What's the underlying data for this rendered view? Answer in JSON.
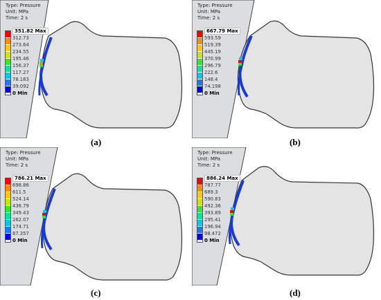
{
  "colors": {
    "scale": [
      "#ff0000",
      "#ff8c00",
      "#ffc800",
      "#c8e600",
      "#32e632",
      "#00e6a0",
      "#00c8e6",
      "#1e78ff",
      "#0000e6"
    ],
    "wall": "#dcdde0",
    "body": "#e4e4e4",
    "contact_blue": "#1a3ccc"
  },
  "panels": [
    {
      "header": {
        "type": "Type: Pressure",
        "unit": "Unit: MPa",
        "time": "Time: 2 s"
      },
      "max": "351.82 Max",
      "ticks": [
        "312.73",
        "273.64",
        "234.55",
        "195.46",
        "156.37",
        "117.27",
        "78.183",
        "39.092"
      ],
      "min": "0 Min",
      "caption": "(a)"
    },
    {
      "header": {
        "type": "Type: Pressure",
        "unit": "Unit: MPa",
        "time": "Time: 2 s"
      },
      "max": "667.79 Max",
      "ticks": [
        "593.59",
        "519.39",
        "445.19",
        "370.99",
        "296.79",
        "222.6",
        "148.4",
        "74.198"
      ],
      "min": "0 Min",
      "caption": "(b)"
    },
    {
      "header": {
        "type": "Type: Pressure",
        "unit": "Unit: MPa",
        "time": "Time: 2 s"
      },
      "max": "786.21 Max",
      "ticks": [
        "698.86",
        "611.5",
        "524.14",
        "436.79",
        "349.43",
        "262.07",
        "174.71",
        "87.357"
      ],
      "min": "0 Min",
      "caption": "(c)"
    },
    {
      "header": {
        "type": "Type: Pressure",
        "unit": "Unit: MPa",
        "time": "Time: 2 s"
      },
      "max": "886.24 Max",
      "ticks": [
        "787.77",
        "689.3",
        "590.83",
        "492.36",
        "393.89",
        "295.41",
        "196.94",
        "98.472"
      ],
      "min": "0 Min",
      "caption": "(d)"
    }
  ]
}
